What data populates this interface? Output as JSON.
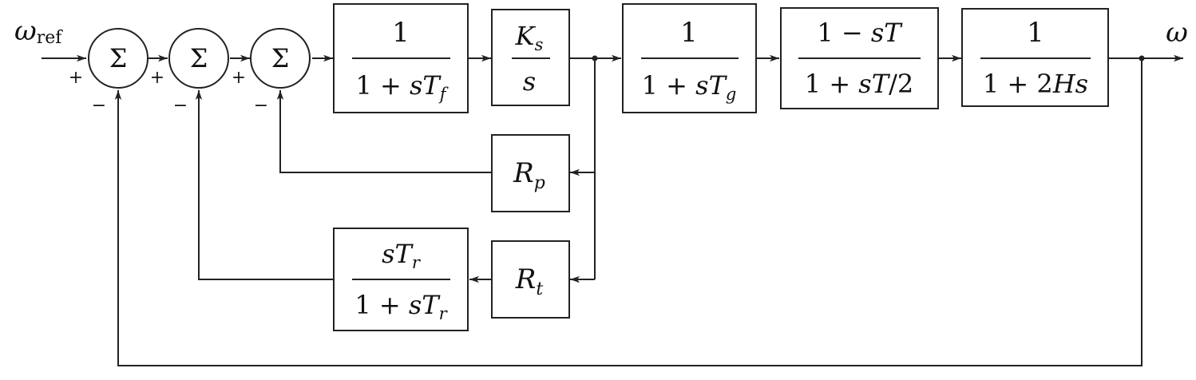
{
  "signals": {
    "input": "ω",
    "input_sub": "ref",
    "output": "ω"
  },
  "sum_symbol": "Σ",
  "signs": {
    "plus": "+",
    "minus": "−"
  },
  "blocks": {
    "filter": {
      "num": "1",
      "den_a": "1 + ",
      "den_b": "sT",
      "den_sub": "f"
    },
    "integrator": {
      "num": "K",
      "num_sub": "s",
      "den": "s"
    },
    "servo": {
      "num": "1",
      "den_a": "1 + ",
      "den_b": "sT",
      "den_sub": "g"
    },
    "penstock": {
      "num_a": "1 − ",
      "num_b": "sT",
      "den_a": "1 + ",
      "den_b": "sT",
      "den_c": "/2"
    },
    "inertia": {
      "num": "1",
      "den_a": "1 + 2",
      "den_b": "Hs"
    },
    "permanent_droop": {
      "label": "R",
      "label_sub": "p"
    },
    "transient_droop": {
      "label": "R",
      "label_sub": "t"
    },
    "washout": {
      "num_a": "sT",
      "num_sub": "r",
      "den_a": "1 + ",
      "den_b": "sT",
      "den_sub": "r"
    }
  }
}
